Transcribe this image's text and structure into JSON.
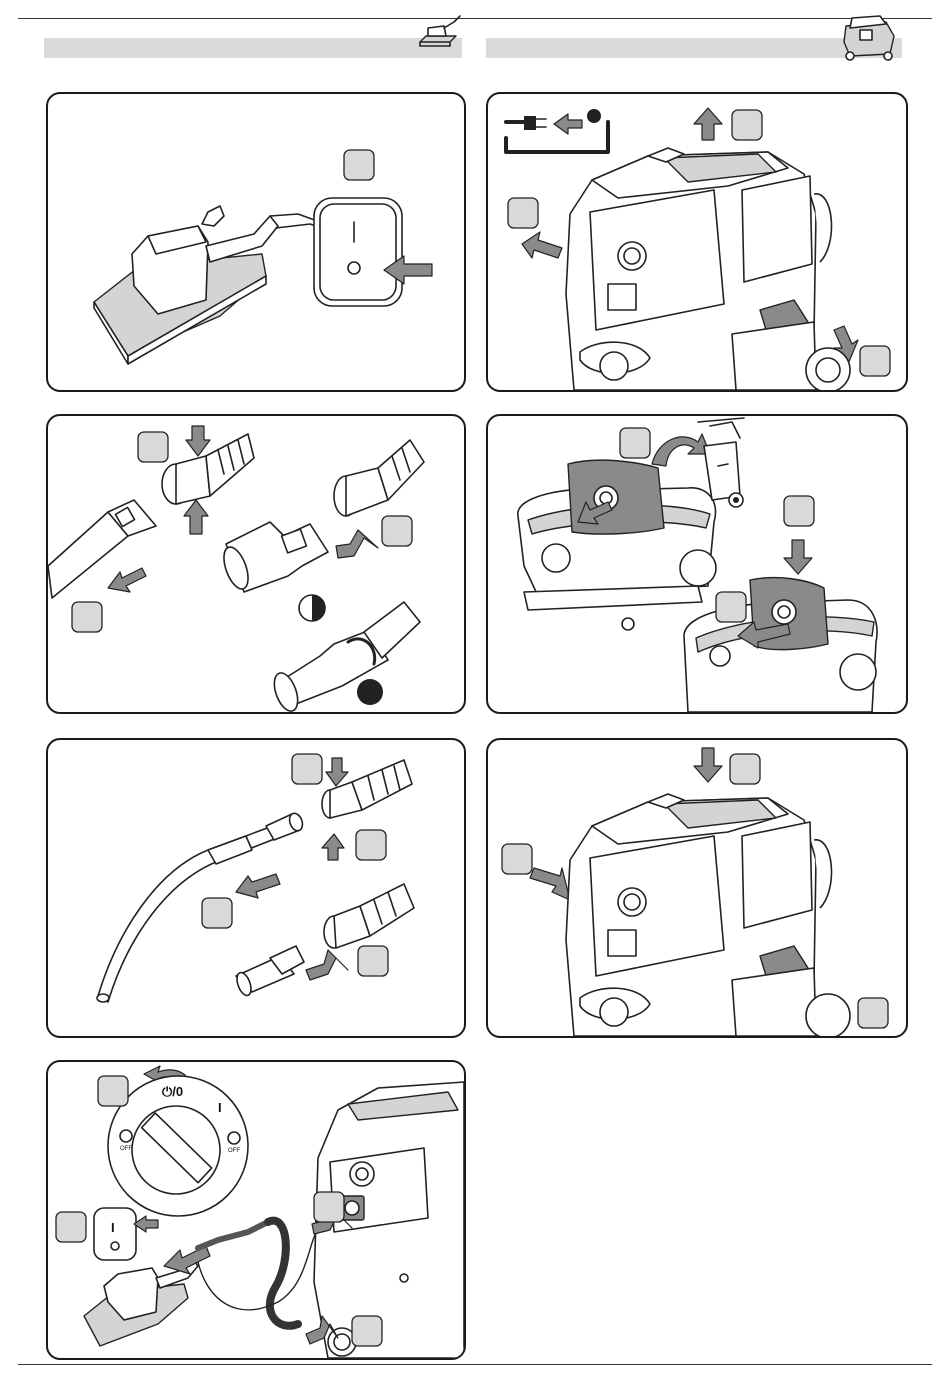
{
  "dial": {
    "plug_zero": "⏻/0",
    "one": "I",
    "off_left": "OFF",
    "off_right": "OFF"
  },
  "switch": {
    "on_mark": "I"
  }
}
